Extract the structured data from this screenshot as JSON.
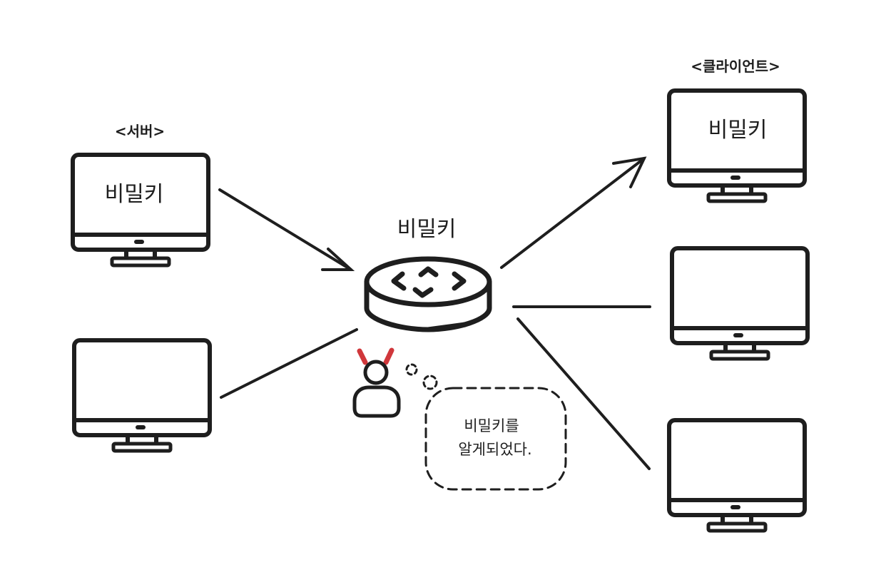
{
  "server": {
    "title": "<서버>",
    "key_label": "비밀키"
  },
  "client": {
    "title": "<클라이언트>",
    "key_label": "비밀키"
  },
  "hub": {
    "key_label": "비밀키"
  },
  "attacker": {
    "bubble_line1": "비밀키를",
    "bubble_line2": "알게되었다."
  },
  "colors": {
    "stroke": "#1e1e1e",
    "horns": "#d0373b",
    "background": "#ffffff"
  },
  "icons": {
    "server": "desktop-monitor-icon",
    "client": "desktop-monitor-icon",
    "hub": "network-hub-icon",
    "attacker": "hacker-user-icon"
  }
}
